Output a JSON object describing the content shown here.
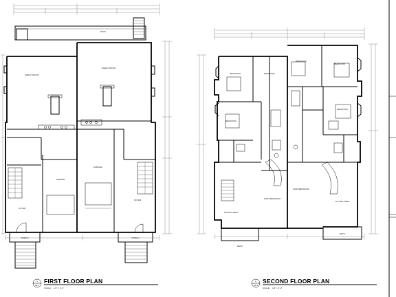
{
  "sheet": {
    "first_floor": {
      "title": "FIRST FLOOR PLAN",
      "scale_label": "SCALE:",
      "scale_value": "1/4\" = 1'-0\"",
      "badge_number": "1",
      "badge_sheet": "A1.2",
      "rooms": {
        "deck": "DECK",
        "great_room_left": "GREAT ROOM",
        "great_room_right": "GREAT ROOM",
        "garage_left": "GARAGE",
        "garage_right": "GARAGE",
        "foyer_left": "FOYER",
        "foyer_right": "FOYER",
        "porch_left": "PORCH",
        "porch_right": "PORCH"
      }
    },
    "second_floor": {
      "title": "SECOND FLOOR PLAN",
      "scale_label": "SCALE:",
      "scale_value": "1/4\" = 1'-0\"",
      "badge_number": "2",
      "badge_sheet": "A1.2",
      "rooms": {
        "bedroom_1": "BEDROOM",
        "bedroom_2": "BEDROOM",
        "bedroom_3": "BEDROOM",
        "bedroom_4": "BEDROOM",
        "bedroom_5": "BEDROOM",
        "bedroom_6": "BEDROOM",
        "main_bedroom_left": "MAIN BEDROOM",
        "main_bedroom_right": "MAIN BEDROOM",
        "sitting_area_left": "SITTING AREA",
        "sitting_area_right": "SITTING AREA",
        "deck_left": "DECK",
        "deck_right": "DECK"
      }
    }
  }
}
